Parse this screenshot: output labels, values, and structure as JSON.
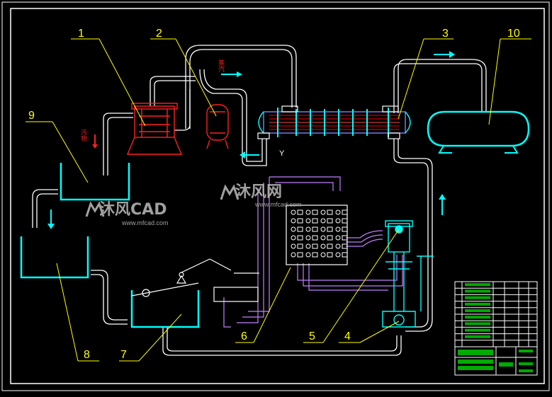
{
  "diagram": {
    "part_numbers": [
      "1",
      "2",
      "3",
      "4",
      "5",
      "6",
      "7",
      "8",
      "9",
      "10"
    ],
    "labels": {
      "dirt": "污物",
      "steam": "蒸汽",
      "y_mark": "Y"
    },
    "watermark": {
      "brand": "沐风网",
      "brand_en": "CAD",
      "brand_cn": "沐风",
      "url": "www.mfcad.com"
    },
    "colors": {
      "frame": "#ffffff",
      "leader": "#ffff00",
      "vessel": "#00ffff",
      "pipe": "#ffffff",
      "flow": "#ff0000",
      "tube": "#8080ff",
      "signal": "#c080ff",
      "title_block_fill": "#00aa00"
    }
  }
}
